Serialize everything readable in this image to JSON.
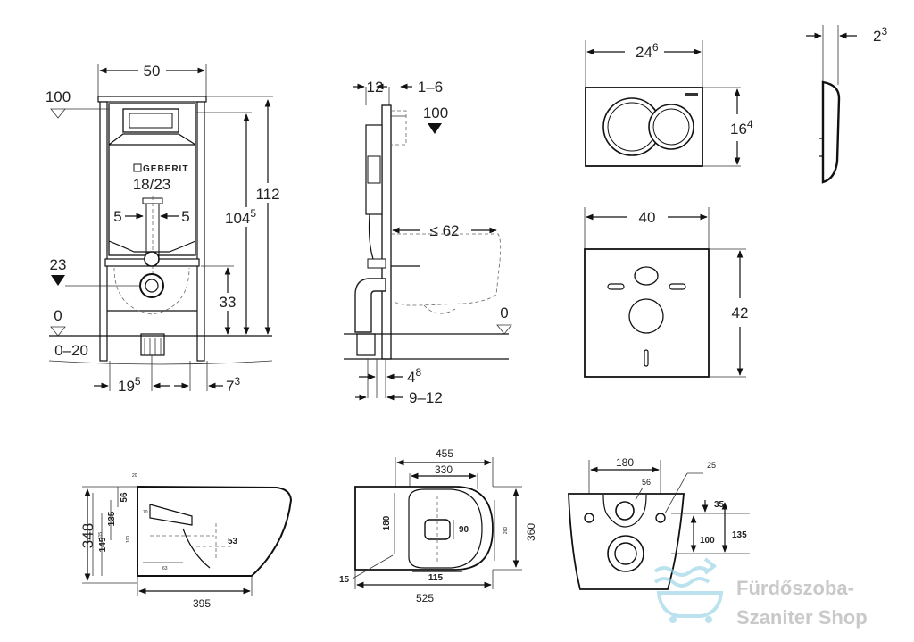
{
  "frame_front": {
    "width": "50",
    "height_top": "100",
    "total_height": "112",
    "inner_height": "104",
    "inner_height_sup": "5",
    "flush_port": "18/23",
    "offset_left": "5",
    "offset_right": "5",
    "drain_level": "23",
    "pan_height": "33",
    "floor_zero": "0",
    "adjust_range": "0–20",
    "foot_spacing": "19",
    "foot_spacing_sup": "5",
    "foot_right": "7",
    "foot_right_sup": "3",
    "brand": "GEBERIT"
  },
  "frame_side": {
    "depth_a": "12",
    "depth_b": "1–6",
    "height_top": "100",
    "bowl_projection": "≤ 62",
    "floor_zero": "0",
    "offset_bottom": "4",
    "offset_bottom_sup": "8",
    "wall_range": "9–12"
  },
  "flush_plate": {
    "width": "24",
    "width_sup": "6",
    "height": "16",
    "height_sup": "4",
    "thickness": "2",
    "thickness_sup": "3"
  },
  "sound_pad": {
    "width": "40",
    "height": "42"
  },
  "toilet_side": {
    "height": "348",
    "inner_315": "315",
    "top_56": "56",
    "top_20": "20",
    "mid_135": "135",
    "mid_145": "145",
    "mid_100": "100",
    "mid_70": "70",
    "drain_53": "53",
    "foot_63": "63",
    "length": "395"
  },
  "toilet_top": {
    "outer_width": "455",
    "inner_width": "330",
    "seat_180": "180",
    "drain_90": "90",
    "side_260": "260",
    "side_360": "360",
    "bottom_115": "115",
    "corner_15": "15",
    "length": "525"
  },
  "toilet_back": {
    "spacing": "180",
    "hole_56": "56",
    "radius_25": "25",
    "offset_35": "35",
    "offset_100": "100",
    "offset_135": "135"
  },
  "watermark": {
    "line1": "Fürdőszoba-",
    "line2": "Szaniter Shop",
    "icon": "bathtub-icon",
    "color": "#8fd0e3"
  }
}
